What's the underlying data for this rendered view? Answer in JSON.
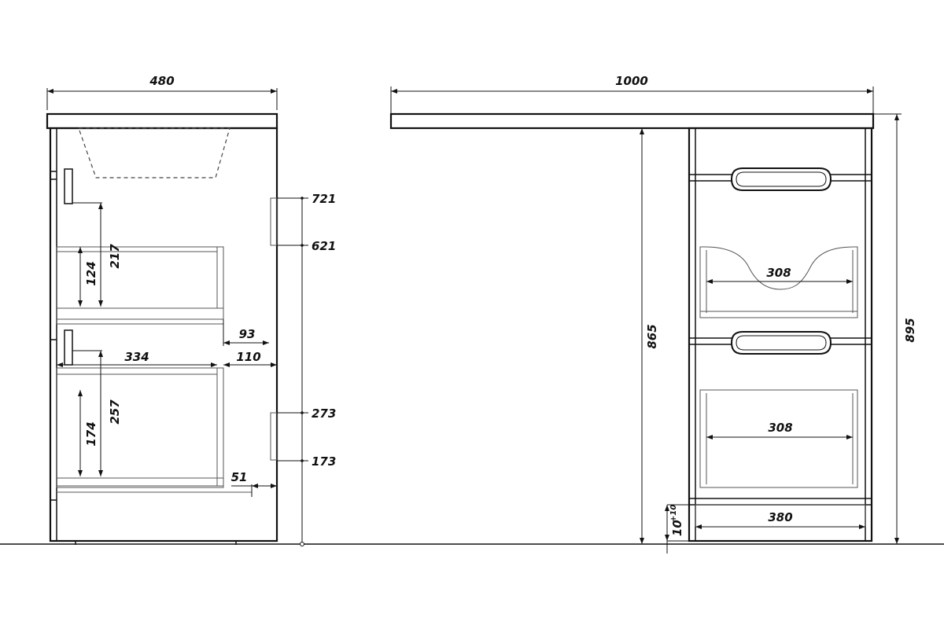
{
  "dimensions": {
    "left_width": "480",
    "total_width": "1000",
    "tap_hole_upper_721": "721",
    "tap_hole_upper_621": "621",
    "tap_hole_lower_273": "273",
    "tap_hole_lower_173": "173",
    "upper_drawer_height_217": "217",
    "upper_drawer_inner_124": "124",
    "lower_drawer_height_257": "257",
    "lower_drawer_inner_174": "174",
    "drawer_depth_334": "334",
    "offset_93": "93",
    "offset_110": "110",
    "offset_51": "51",
    "cabinet_height_865": "865",
    "total_height_895": "895",
    "upper_drawer_width_308": "308",
    "lower_drawer_width_308": "308",
    "plinth_width_380": "380",
    "plinth_gap_base": "10",
    "plinth_gap_sup": "+10"
  }
}
